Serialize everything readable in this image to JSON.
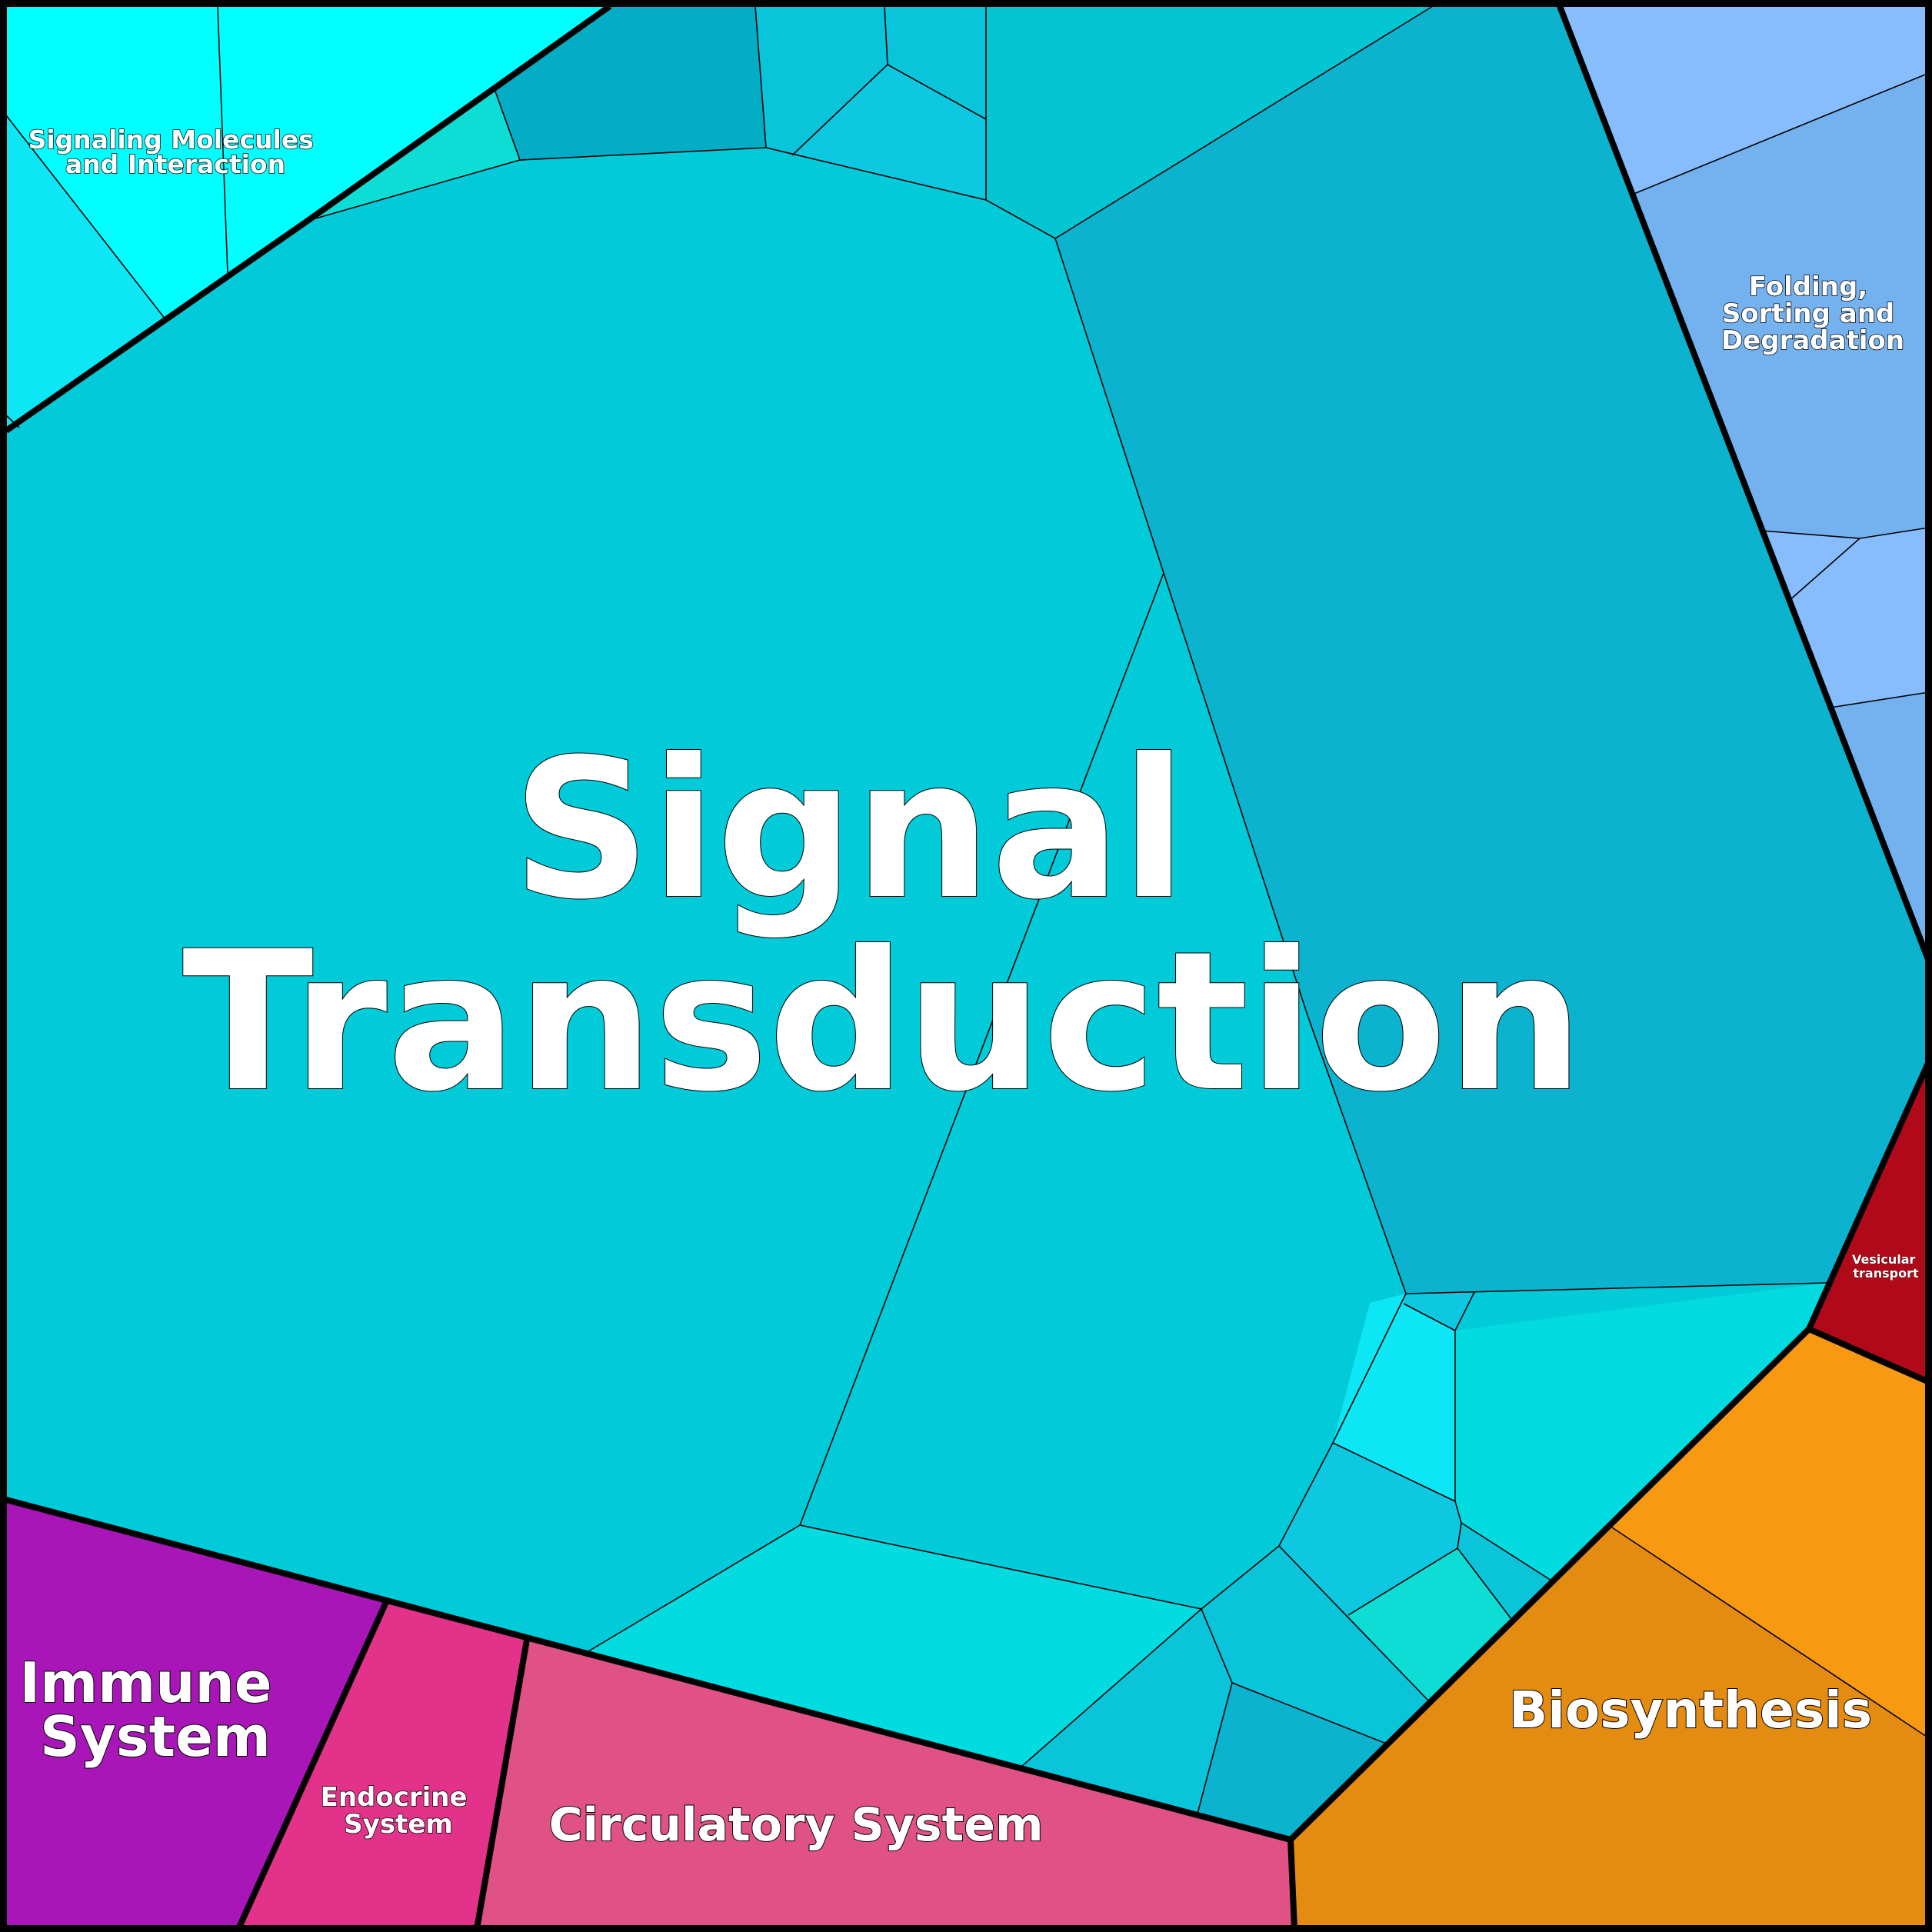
{
  "diagram": {
    "labels": {
      "signal_transduction": [
        "Signal",
        "Transduction"
      ],
      "signaling_molecules": [
        "Signaling Molecules",
        "and Interaction"
      ],
      "folding": [
        "Folding,",
        "Sorting and",
        "Degradation"
      ],
      "vesicular": [
        "Vesicular",
        "transport"
      ],
      "biosynthesis": [
        "Biosynthesis"
      ],
      "immune": [
        "Immune",
        "System"
      ],
      "endocrine": [
        "Endocrine",
        "System"
      ],
      "circulatory": [
        "Circulatory System"
      ]
    },
    "colors": {
      "signal_main": "#02cbd9",
      "signal_dark": "#0bb3cf",
      "signal_top_dark": "#04adc6",
      "signal_bright": "#02dbe0",
      "signal_light": "#0ac4da",
      "signal_sky": "#0ec8e2",
      "cyan_top": "#04c6d2",
      "aqua": "#00ffff",
      "aqua_light": "#0ce6f5",
      "teal_green": "#0dddd4",
      "folding_light": "#87bcfd",
      "folding_mid": "#74b2ef",
      "vesicular": "#b00a1a",
      "biosynthesis_light": "#f79a12",
      "biosynthesis": "#e48b11",
      "immune": "#a816b8",
      "endocrine": "#e2328a",
      "circulatory": "#e05186"
    }
  }
}
